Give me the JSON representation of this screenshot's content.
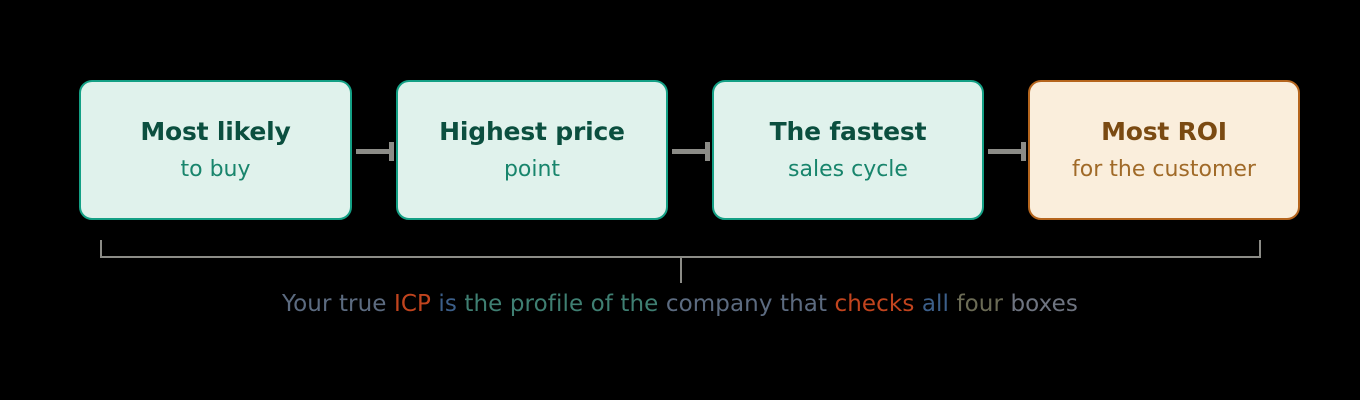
{
  "diagram": {
    "background_color": "#000000",
    "steps": [
      {
        "id": "most-likely-to-buy",
        "title": "Most likely",
        "subtitle": "to buy",
        "style": "teal",
        "fill_color": "#e0f2ec",
        "border_color": "#14a085",
        "title_color": "#0b4f3f",
        "subtitle_color": "#18856c"
      },
      {
        "id": "highest-price-point",
        "title": "Highest price",
        "subtitle": "point",
        "style": "teal",
        "fill_color": "#e0f2ec",
        "border_color": "#14a085",
        "title_color": "#0b4f3f",
        "subtitle_color": "#18856c"
      },
      {
        "id": "the-fastest-sales-cycle",
        "title": "The fastest",
        "subtitle": "sales cycle",
        "style": "teal",
        "fill_color": "#e0f2ec",
        "border_color": "#14a085",
        "title_color": "#0b4f3f",
        "subtitle_color": "#18856c"
      },
      {
        "id": "most-roi-for-the-customer",
        "title": "Most ROI",
        "subtitle": "for the customer",
        "style": "amber",
        "fill_color": "#faeedc",
        "border_color": "#b5651d",
        "title_color": "#7a4a12",
        "subtitle_color": "#a06a28"
      }
    ],
    "connectors": {
      "count": 3,
      "color": "#8c8c87",
      "arrow_head": "flat-bar"
    },
    "bracket": {
      "color": "#8c8c87",
      "spans_all_steps": true
    },
    "caption": {
      "full_text": "Your true ICP is the profile of the company that checks all four boxes",
      "segments": [
        {
          "text": "Your true ",
          "color": "#5c6b80"
        },
        {
          "text": "ICP",
          "color": "#c1441e"
        },
        {
          "text": " is ",
          "color": "#3c5f8a"
        },
        {
          "text": "the profile of the ",
          "color": "#3f7f72"
        },
        {
          "text": "company that ",
          "color": "#5c6b80"
        },
        {
          "text": "checks ",
          "color": "#c1441e"
        },
        {
          "text": "all ",
          "color": "#3c5f8a"
        },
        {
          "text": "four ",
          "color": "#6b6b55"
        },
        {
          "text": "boxes",
          "color": "#6e7480"
        }
      ]
    }
  }
}
